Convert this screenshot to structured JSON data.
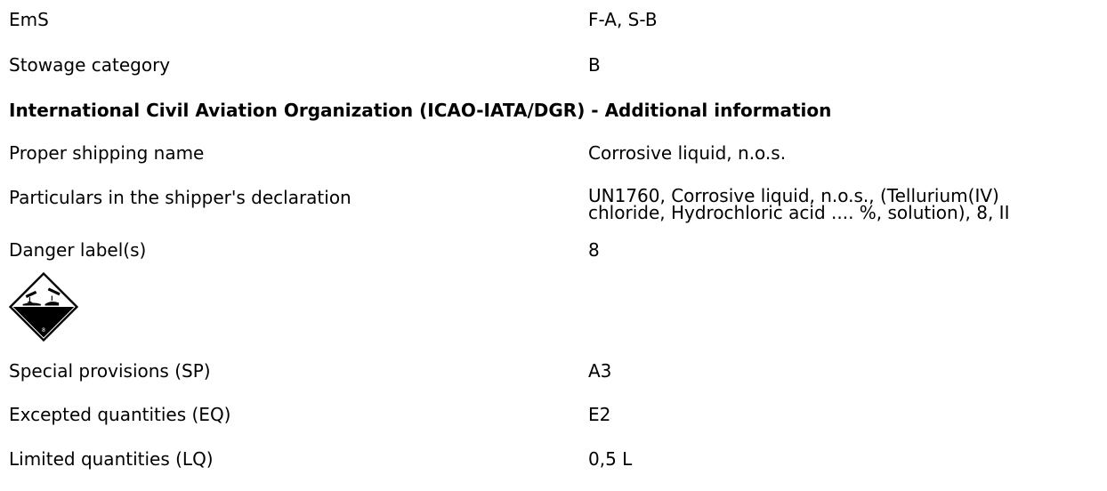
{
  "imdg_rows": [
    {
      "label": "EmS",
      "value": "F-A, S-B"
    },
    {
      "label": "Stowage category",
      "value": "B"
    }
  ],
  "icao_heading": "International Civil Aviation Organization (ICAO-IATA/DGR) - Additional information",
  "icao_rows": [
    {
      "label": "Proper shipping name",
      "value": "Corrosive liquid, n.o.s."
    },
    {
      "label": "Particulars in the shipper's declaration",
      "value_line1": "UN1760, Corrosive liquid, n.o.s., (Tellurium(IV)",
      "value_line2": "chloride, Hydrochloric acid .... %, solution), 8, II"
    },
    {
      "label": "Danger label(s)",
      "value": "8"
    }
  ],
  "pictogram": {
    "icon": "corrosive-hazard-class-8-icon",
    "number": "8"
  },
  "icao_rows_after": [
    {
      "label": "Special provisions (SP)",
      "value": "A3"
    },
    {
      "label": "Excepted quantities (EQ)",
      "value": "E2"
    },
    {
      "label": "Limited quantities (LQ)",
      "value": "0,5 L"
    }
  ]
}
